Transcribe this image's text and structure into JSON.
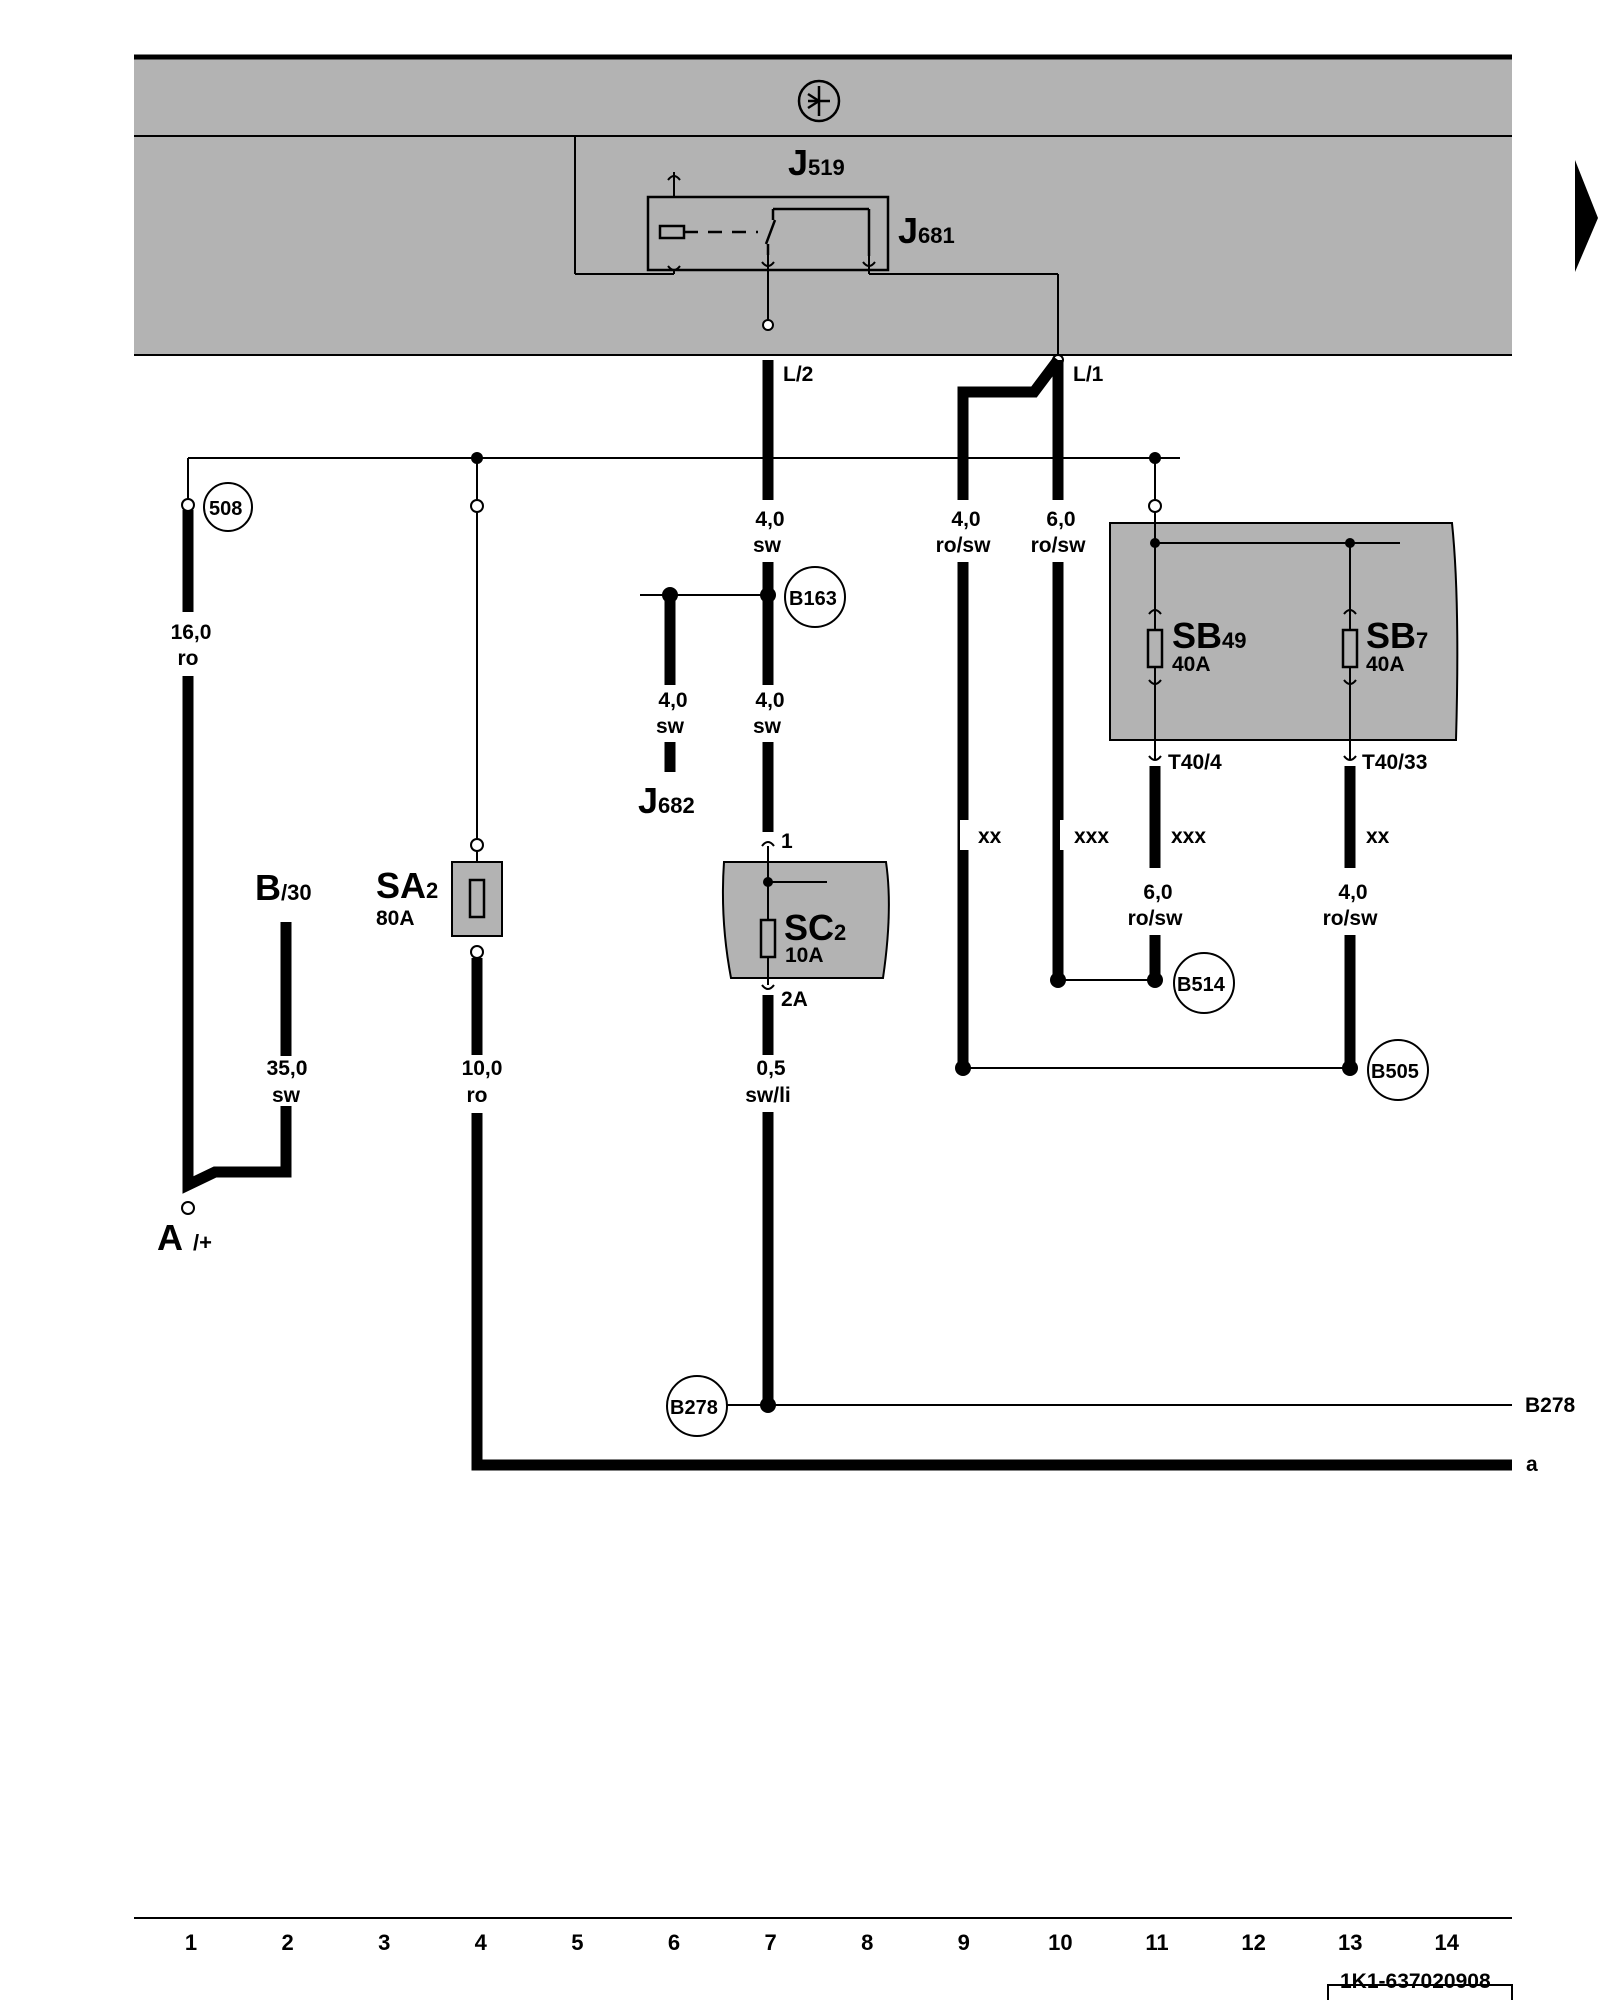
{
  "components": {
    "j519": {
      "letter": "J",
      "sub": "519"
    },
    "j681": {
      "letter": "J",
      "sub": "681"
    },
    "j682": {
      "letter": "J",
      "sub": "682"
    },
    "sa2": {
      "letter": "SA",
      "sub": "2",
      "rating": "80A"
    },
    "sc2": {
      "letter": "SC",
      "sub": "2",
      "rating": "10A"
    },
    "sb49": {
      "letter": "SB",
      "sub": "49",
      "rating": "40A"
    },
    "sb7": {
      "letter": "SB",
      "sub": "7",
      "rating": "40A"
    },
    "b30": {
      "letter": "B",
      "sub": "/30"
    },
    "aplus": {
      "letter": "A",
      "sub": "/+"
    }
  },
  "pins": {
    "l2": "L/2",
    "l1": "L/1",
    "t40_4": "T40/4",
    "t40_33": "T40/33",
    "sc2_in": "1",
    "sc2_out": "2A"
  },
  "wires": {
    "w1": {
      "size": "16,0",
      "color": "ro"
    },
    "w2": {
      "size": "35,0",
      "color": "sw"
    },
    "w4": {
      "size": "10,0",
      "color": "ro"
    },
    "w6": {
      "size": "4,0",
      "color": "sw"
    },
    "w7a": {
      "size": "4,0",
      "color": "sw"
    },
    "w7b": {
      "size": "4,0",
      "color": "sw"
    },
    "w7c": {
      "size": "0,5",
      "color": "sw/li"
    },
    "w9": {
      "size": "4,0",
      "color": "ro/sw"
    },
    "w10": {
      "size": "6,0",
      "color": "ro/sw"
    },
    "w11": {
      "size": "6,0",
      "color": "ro/sw"
    },
    "w13": {
      "size": "4,0",
      "color": "ro/sw"
    }
  },
  "marks": {
    "c9": "xx",
    "c10": "xxx",
    "c11": "xxx",
    "c13": "xx"
  },
  "refs": {
    "r508": "508",
    "b163": "B163",
    "b514": "B514",
    "b505": "B505",
    "b278": "B278",
    "b278_right": "B278",
    "a_right": "a"
  },
  "columns": [
    "1",
    "2",
    "3",
    "4",
    "5",
    "6",
    "7",
    "8",
    "9",
    "10",
    "11",
    "12",
    "13",
    "14"
  ],
  "diagram_code": "1K1-637020908"
}
